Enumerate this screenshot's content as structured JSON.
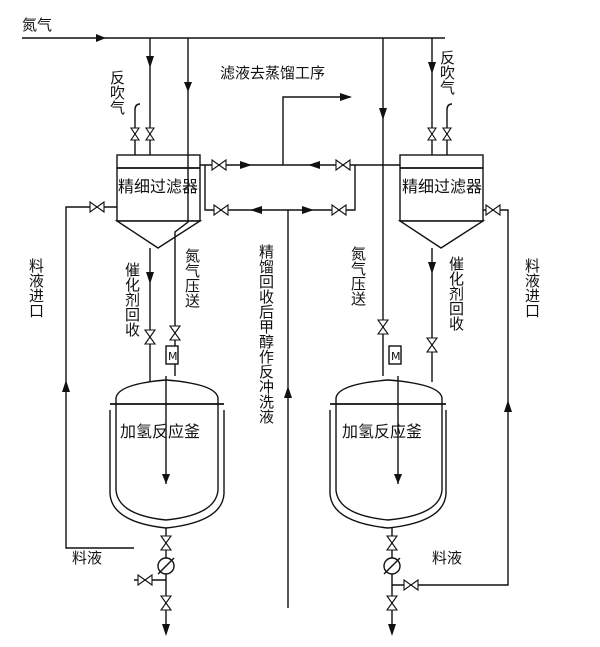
{
  "labels": {
    "nitrogen_top": "氮气",
    "backblow_left": "反吹气",
    "backblow_right": "反吹气",
    "filtrate_to_distill": "滤液去蒸馏工序",
    "fine_filter_left": "精细过滤器",
    "fine_filter_right": "精细过滤器",
    "feed_inlet_left": "料液进口",
    "feed_inlet_right": "料液进口",
    "catalyst_recovery_left": "催化剂回收",
    "catalyst_recovery_right": "催化剂回收",
    "nitrogen_press_left": "氮气压送",
    "nitrogen_press_right": "氮气压送",
    "methanol_backflush": "精馏回收后甲醇作反冲洗液",
    "reactor_left": "加氢反应釜",
    "reactor_right": "加氢反应釜",
    "feed_left": "料液",
    "feed_right": "料液",
    "motor_left": "M",
    "motor_right": "M"
  }
}
